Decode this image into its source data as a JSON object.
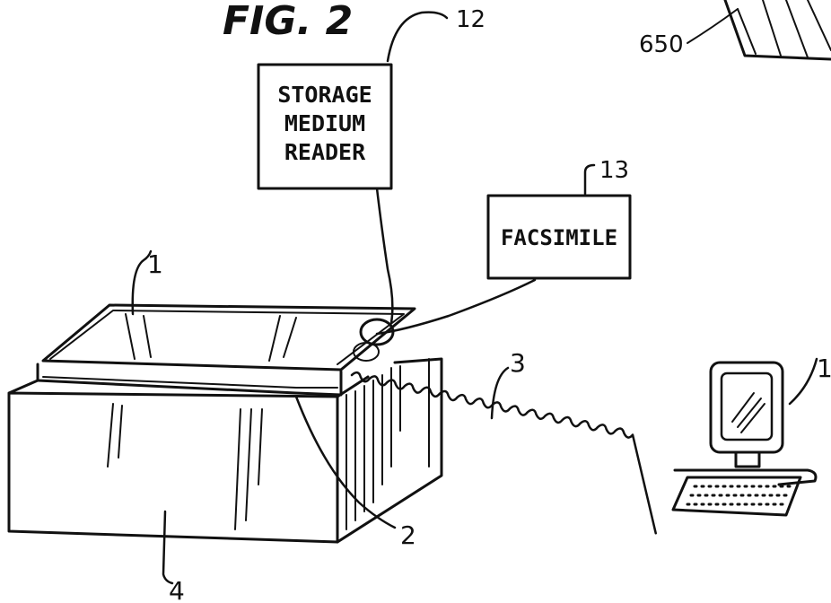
{
  "figure_title": "FIG. 2",
  "labels": {
    "storage_ref": "12",
    "fax_ref": "13",
    "scanner_top_ref": "1",
    "platen_ref": "2",
    "cable_ref": "3",
    "base_ref": "4",
    "computer_ref": "1",
    "corner_ref": "650"
  },
  "boxes": {
    "storage_line1": "STORAGE",
    "storage_line2": "MEDIUM",
    "storage_line3": "READER",
    "facsimile": "FACSIMILE"
  },
  "colors": {
    "ink": "#111111",
    "paper": "#ffffff"
  }
}
